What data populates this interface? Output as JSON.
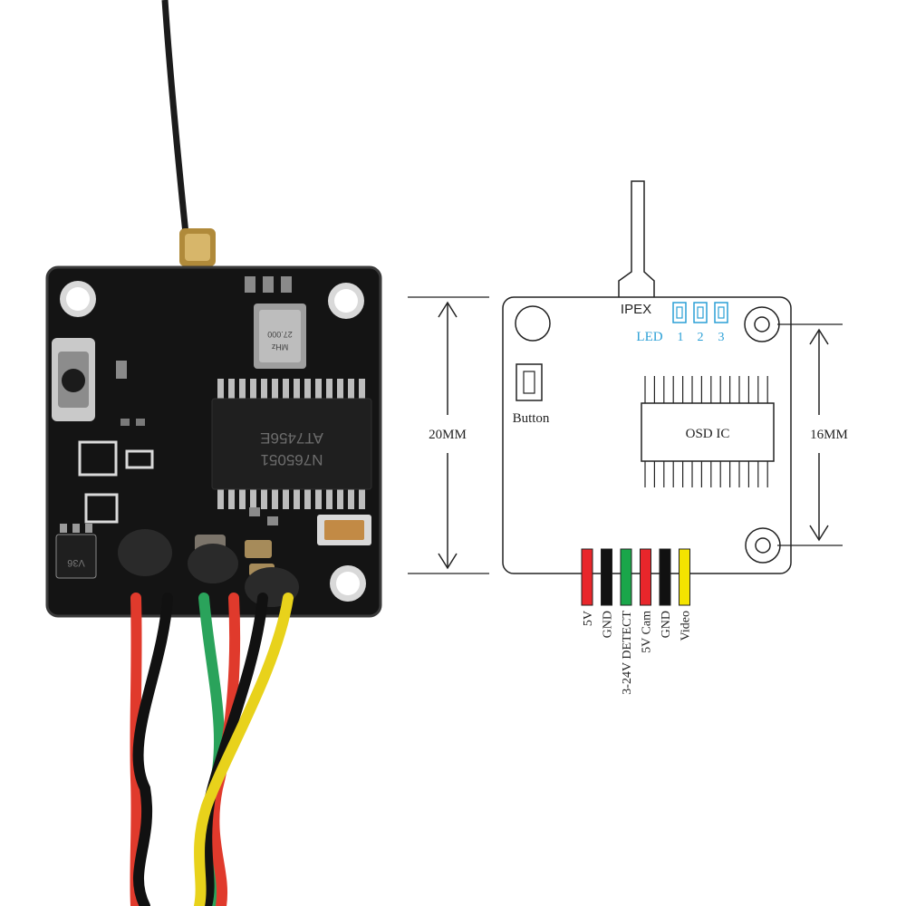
{
  "photo": {
    "board_description": "black square PCB with antenna, chip, button and colored wires",
    "chip_marking_line1": "AT7456E",
    "chip_marking_line2": "N765051",
    "crystal_marking_line1": "27.000",
    "crystal_marking_line2": "MHz",
    "regulator_marking": "V36"
  },
  "diagram": {
    "antenna_label": "IPEX",
    "led_label": "LED",
    "led_numbers": [
      "1",
      "2",
      "3"
    ],
    "button_label": "Button",
    "chip_label": "OSD IC",
    "dim_height_label": "20MM",
    "dim_hole_label": "16MM",
    "wires": [
      {
        "label": "5V",
        "color": "#e8262b"
      },
      {
        "label": "GND",
        "color": "#111111"
      },
      {
        "label": "3-24V DETECT",
        "color": "#1aa64a"
      },
      {
        "label": "5V Cam",
        "color": "#e8262b"
      },
      {
        "label": "GND",
        "color": "#111111"
      },
      {
        "label": "Video",
        "color": "#f4e400"
      }
    ],
    "accent_color": "#2a9fd6"
  }
}
